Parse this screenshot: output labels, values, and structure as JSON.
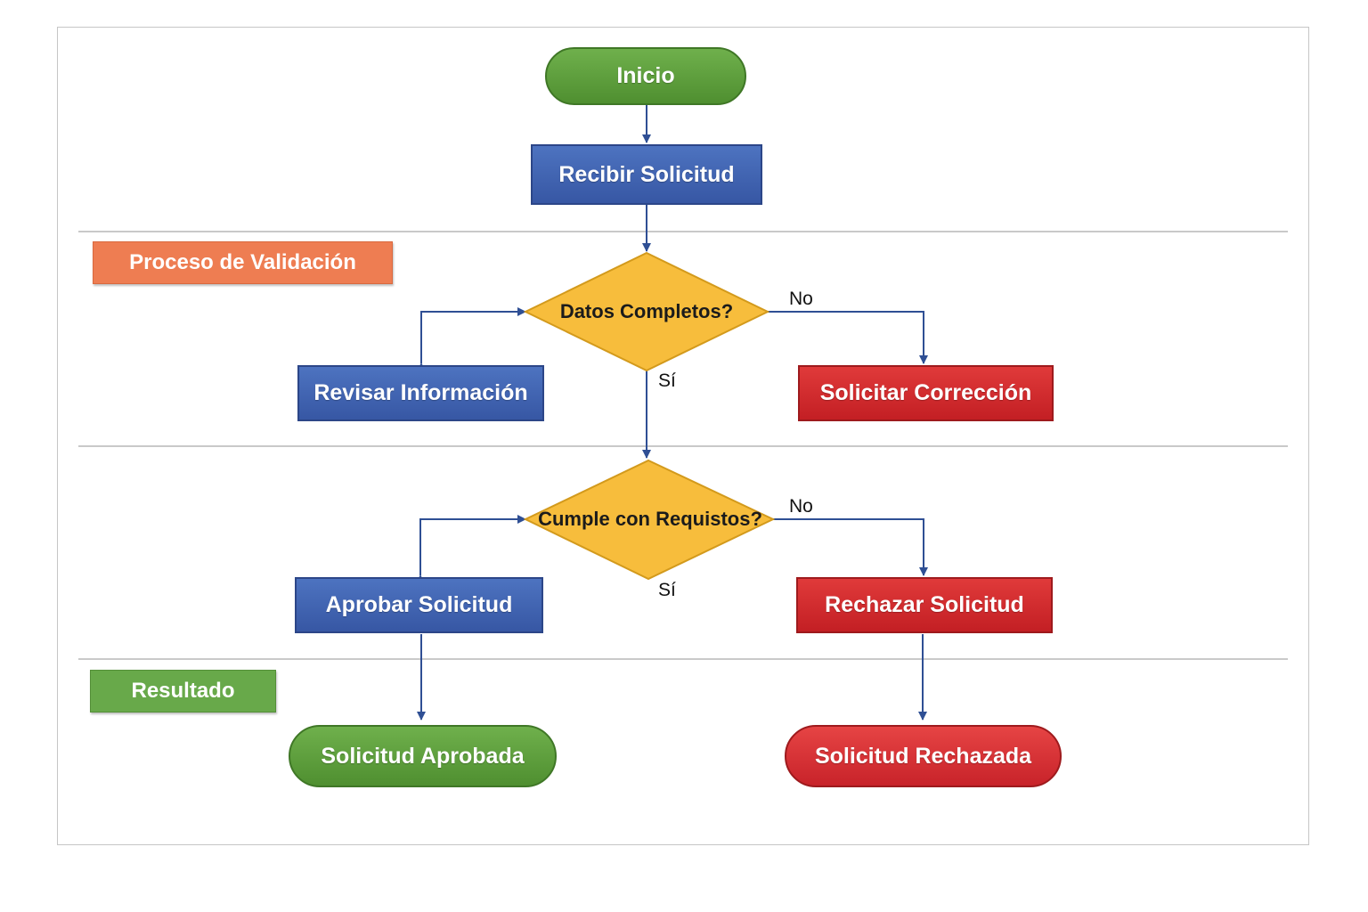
{
  "nodes": {
    "inicio": "Inicio",
    "recibir": "Recibir Solicitud",
    "datos": "Datos Completos?",
    "revisar": "Revisar Información",
    "corregir": "Solicitar Corrección",
    "cumple": "Cumple con Requistos?",
    "aprobar": "Aprobar Solicitud",
    "rechazar": "Rechazar Solicitud",
    "aprobada": "Solicitud Aprobada",
    "rechazada": "Solicitud Rechazada"
  },
  "sections": {
    "validacion": "Proceso de Validación",
    "resultado": "Resultado"
  },
  "edges": {
    "no1": "No",
    "si1": "Sí",
    "no2": "No",
    "si2": "Sí"
  },
  "colors": {
    "terminal_green": "#5a9b3a",
    "process_blue": "#3f62b1",
    "process_red": "#d32a2e",
    "decision_yellow": "#f7bd3c",
    "label_orange": "#ee7d52",
    "label_green": "#68a94a",
    "connector": "#2f4f94"
  }
}
